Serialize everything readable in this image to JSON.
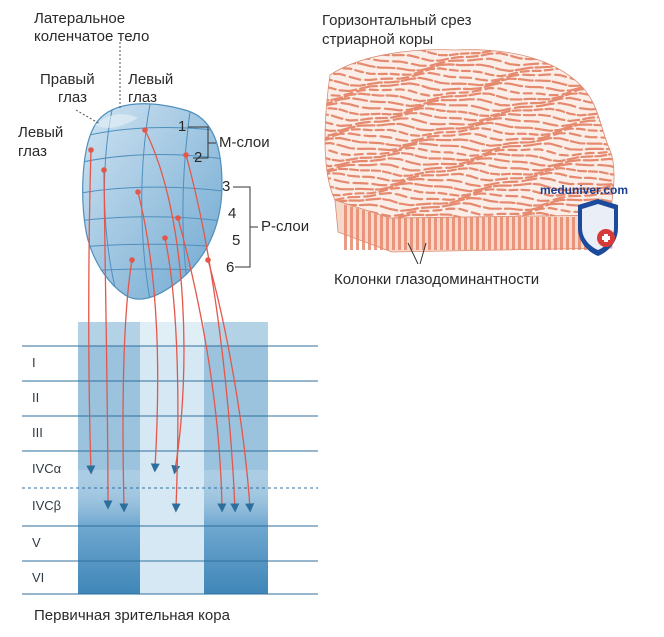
{
  "lgn": {
    "title_line1": "Латеральное",
    "title_line2": "коленчатое тело",
    "right_eye_l1": "Правый",
    "right_eye_l2": "глаз",
    "left_eye_top_l1": "Левый",
    "left_eye_top_l2": "глаз",
    "left_eye_side_l1": "Левый",
    "left_eye_side_l2": "глаз",
    "layer_numbers": [
      "1",
      "2",
      "3",
      "4",
      "5",
      "6"
    ],
    "m_layers": "М-слои",
    "p_layers": "Р-слои"
  },
  "cortex": {
    "layers": [
      "I",
      "II",
      "III",
      "IVCα",
      "IVCβ",
      "V",
      "VI"
    ],
    "caption": "Первичная зрительная кора"
  },
  "striate": {
    "title_line1": "Горизонтальный срез",
    "title_line2": "стриарной коры",
    "columns_label": "Колонки глазодоминантности"
  },
  "watermark": {
    "text": "meduniver.com"
  },
  "colors": {
    "cortex_band": "#9bc3de",
    "cortex_band_light": "#d6e8f3",
    "column_dark": "#3f86b8",
    "arrow": "#e3574b",
    "stripe": "#e58a6f"
  }
}
